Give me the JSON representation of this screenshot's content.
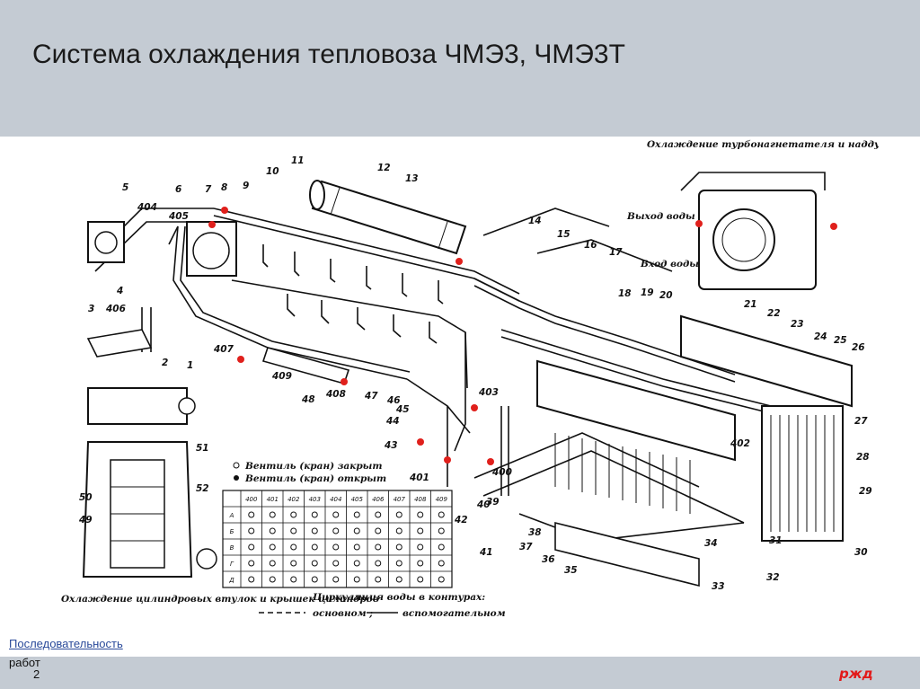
{
  "slide": {
    "title": "Система охлаждения тепловоза ЧМЭ3, ЧМЭ3Т",
    "link_text": "Последовательность",
    "footer_text": "работ",
    "page_number": "2",
    "logo_text": "РЖД",
    "logo_color": "#e21a1a"
  },
  "diagram": {
    "caption_turbo": "Охлаждение турбонагнетателя и наддувочного воздуха",
    "water_out": "Выход воды",
    "water_in": "Вход воды",
    "legend_closed": "Вентиль (кран) закрыт",
    "legend_open": "Вентиль (кран) открыт",
    "caption_cylinders": "Охлаждение цилиндровых втулок и крышек цилиндров",
    "circulation": "Циркуляция воды в контурах:",
    "main_label": "основном ;",
    "aux_label": "вспомогательном",
    "valve_table": {
      "columns": [
        "400",
        "401",
        "402",
        "403",
        "404",
        "405",
        "406",
        "407",
        "408",
        "409"
      ],
      "rows": [
        {
          "mode": "А",
          "states": [
            "o",
            "o",
            "o",
            "o",
            "o",
            "o",
            "o",
            "o",
            "o",
            "o"
          ]
        },
        {
          "mode": "Б",
          "states": [
            "o",
            "o",
            "o",
            "o",
            "o",
            "o",
            "o",
            "o",
            "o",
            "o"
          ]
        },
        {
          "mode": "В",
          "states": [
            "o",
            "o",
            "o",
            "o",
            "o",
            "o",
            "o",
            "o",
            "o",
            "o"
          ]
        },
        {
          "mode": "Г",
          "states": [
            "o",
            "o",
            "o",
            "o",
            "o",
            "o",
            "o",
            "o",
            "o",
            "o"
          ]
        },
        {
          "mode": "Д",
          "states": [
            "o",
            "o",
            "o",
            "o",
            "o",
            "o",
            "o",
            "o",
            "o",
            "o"
          ]
        }
      ]
    },
    "part_numbers": [
      "1",
      "2",
      "3",
      "4",
      "5",
      "6",
      "7",
      "8",
      "9",
      "10",
      "11",
      "12",
      "13",
      "14",
      "15",
      "16",
      "17",
      "18",
      "19",
      "20",
      "21",
      "22",
      "23",
      "24",
      "25",
      "26",
      "27",
      "28",
      "29",
      "30",
      "31",
      "32",
      "33",
      "34",
      "35",
      "36",
      "37",
      "38",
      "39",
      "40",
      "41",
      "42",
      "43",
      "44",
      "45",
      "46",
      "47",
      "48",
      "49",
      "50",
      "51",
      "52",
      "400",
      "401",
      "402",
      "403",
      "404",
      "405",
      "406",
      "407",
      "408",
      "409"
    ]
  }
}
